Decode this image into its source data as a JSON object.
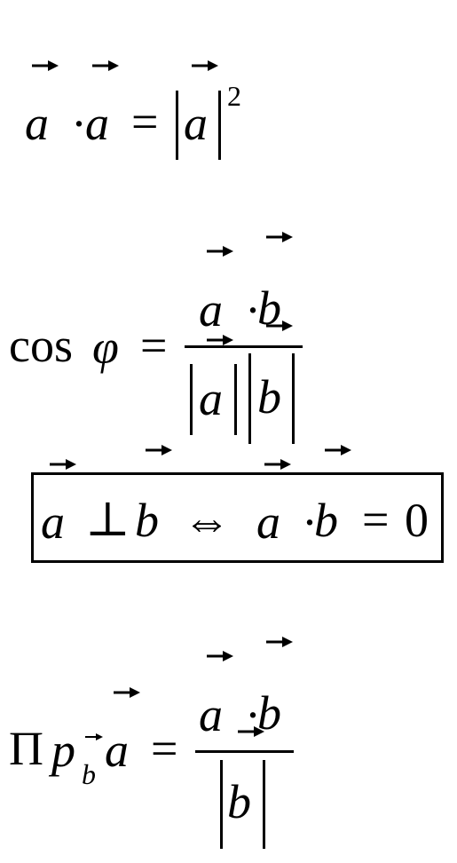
{
  "symbols": {
    "a": "a",
    "b": "b",
    "dot": "·",
    "equals": "=",
    "perp": "⊥",
    "iff": "⇔",
    "zero": "0",
    "two": "2",
    "cos": "cos",
    "phi": "φ",
    "Pi": "Π",
    "p": "p"
  },
  "icons": {
    "vector_arrow": "right-arrow-icon"
  }
}
